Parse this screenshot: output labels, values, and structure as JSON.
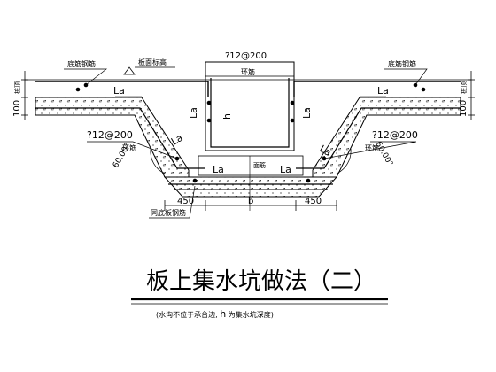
{
  "title": "板上集水坑做法（二）",
  "note_prefix": "(水沟不位于承台边,",
  "note_h": "h",
  "note_suffix": "为集水坑深度)",
  "labels": {
    "bottom_rebar_left": "底筋钢筋",
    "bottom_rebar_right": "底筋钢筋",
    "top_elev": "板面标高",
    "ring_top": "?12@200",
    "ring_rebar_top": "环筋",
    "la": "La",
    "h": "h",
    "ring_left": "?12@200",
    "ring_right": "?12@200",
    "ring_rebar_left": "环筋",
    "ring_rebar_right": "环筋",
    "angle_left": "60.00°",
    "angle_right": "60.00°",
    "pit_center": "面筋",
    "same_bottom_rebar": "同底板钢筋",
    "dim_450_left": "450",
    "dim_b": "b",
    "dim_450_right": "450",
    "dim_100_left": "100",
    "dim_100_right": "100",
    "dim_left_extra": "桩顶",
    "dim_right_extra": "桩顶"
  }
}
